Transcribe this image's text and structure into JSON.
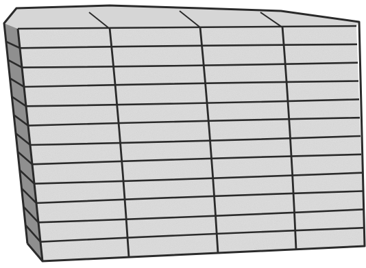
{
  "image": {
    "subject": "stack-of-blocks-sketch",
    "style": "pencil-grayscale",
    "colors": {
      "background": "#ffffff",
      "paper": "#e2e2e2",
      "top_face": "#d6d6d6",
      "side_face": "#8f8f8f",
      "stroke": "#2a2a2a"
    },
    "columns": 4,
    "rows": 12
  }
}
